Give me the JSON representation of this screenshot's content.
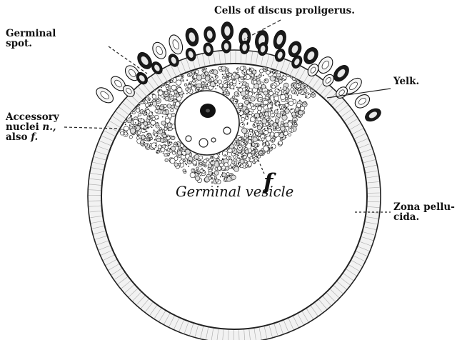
{
  "figure": {
    "labels": {
      "cells_of_discus": "Cells of discus proligerus.",
      "germinal_spot": [
        "Germinal",
        "spot."
      ],
      "yelk": "Yelk.",
      "accessory_nuclei": [
        "Accessory",
        "nuclei",
        "n.,",
        "also",
        "f."
      ],
      "zona_pellucida": [
        "Zona pellu-",
        "cida."
      ],
      "f_mark": "f",
      "germinal_vesicle": "Germinal vesicle"
    },
    "colors": {
      "ink": "#111111",
      "paper": "#ffffff",
      "zona_fill": "#f2f2f2"
    }
  }
}
